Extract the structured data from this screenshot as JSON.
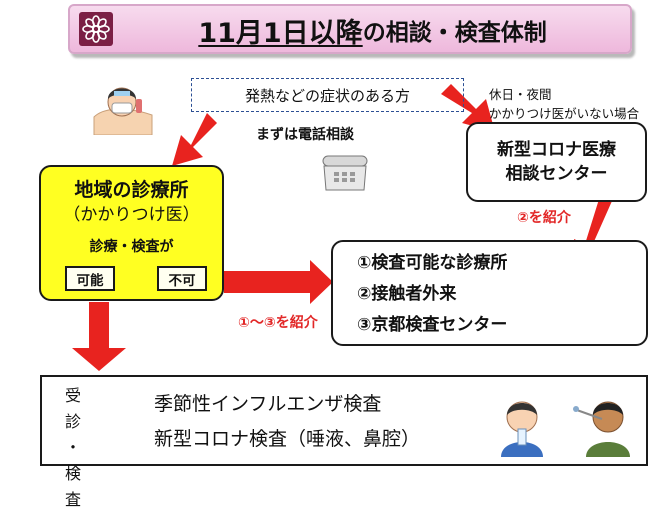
{
  "title": {
    "main": "11月1日以降",
    "rest": "の相談・検査体制"
  },
  "symptom_label": "発熱などの症状のある方",
  "first_step": "まずは電話相談",
  "holiday_note": [
    "休日・夜間",
    "かかりつけ医がいない場合"
  ],
  "clinic": {
    "title": "地域の診療所",
    "subtitle": "（かかりつけ医）",
    "question": "診療・検査が",
    "option_yes": "可能",
    "option_no": "不可"
  },
  "consult_center": [
    "新型コロナ医療",
    "相談センター"
  ],
  "referral_2": "②を紹介",
  "referral_1_3": "①～③を紹介",
  "destinations": [
    "①検査可能な診療所",
    "②接触者外来",
    "③京都検査センター"
  ],
  "exam": {
    "label_top": "受診",
    "label_dot": "・",
    "label_bottom": "検査",
    "items": [
      "季節性インフルエンザ検査",
      "新型コロナ検査（唾液、鼻腔）"
    ]
  },
  "colors": {
    "arrow": "#e8231f",
    "clinic_fill": "#ffff22",
    "banner": "#f2c6e4",
    "emblem": "#7b1f45"
  },
  "icons": [
    "city-emblem-icon",
    "sick-person-icon",
    "telephone-icon",
    "saliva-test-icon",
    "nasal-swab-icon"
  ]
}
